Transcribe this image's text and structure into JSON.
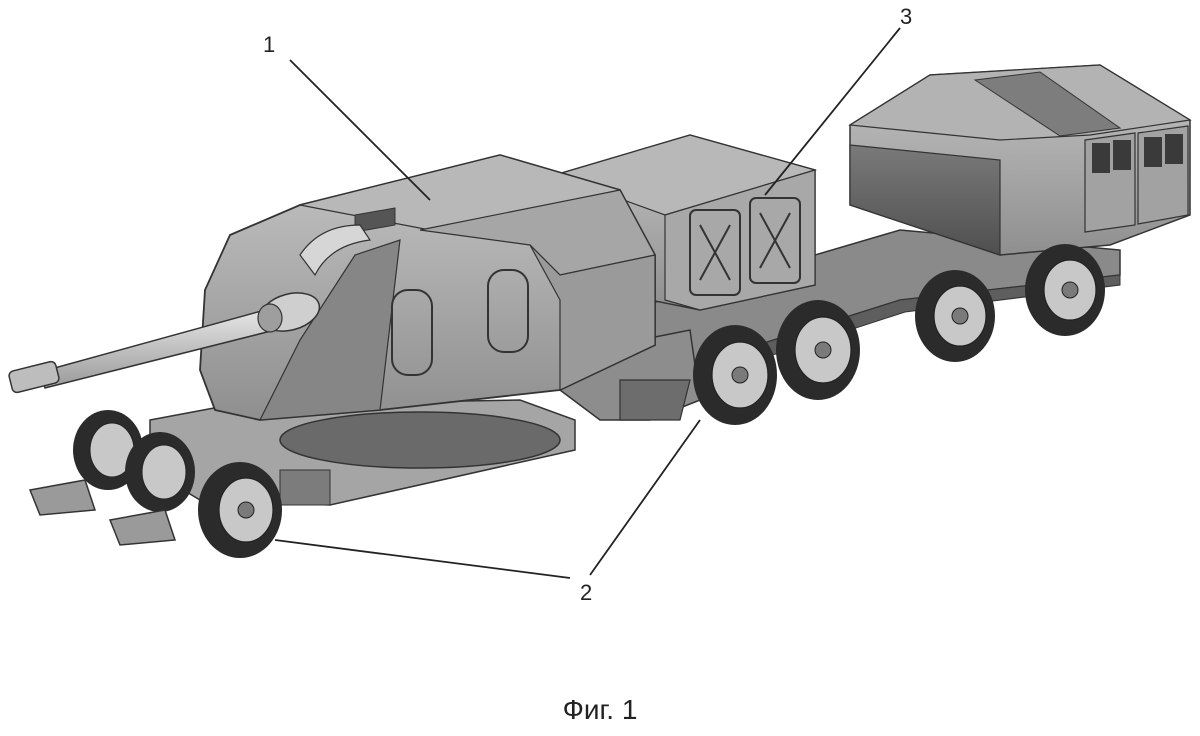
{
  "figure": {
    "caption": "Фиг. 1",
    "labels": {
      "turret": "1",
      "wheels": "2",
      "module": "3"
    }
  },
  "colors": {
    "body_light": "#bdbdbd",
    "body_mid": "#9e9e9e",
    "body_dark": "#6e6e6e",
    "tire": "#2b2b2b",
    "outline": "#333333"
  }
}
